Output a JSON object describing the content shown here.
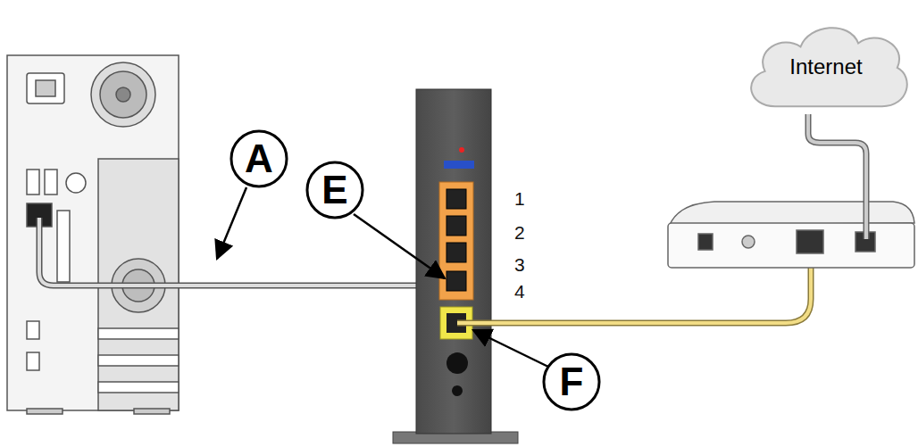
{
  "diagram": {
    "nodes": [
      {
        "text": [
          "Internet"
        ]
      },
      {
        "text": [
          "A"
        ]
      },
      {
        "text": [
          "E"
        ]
      },
      {
        "text": [
          "F"
        ]
      }
    ],
    "labels": [
      "1",
      "2",
      "3",
      "4"
    ]
  }
}
